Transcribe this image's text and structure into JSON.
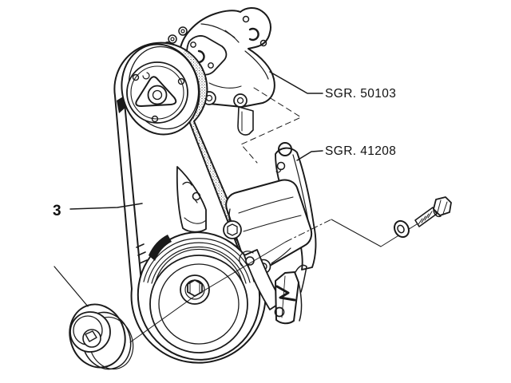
{
  "page": {
    "background": "#ffffff",
    "line_color": "#1a1a1a"
  },
  "labels": {
    "belt_callout": "3",
    "compressor_group_ref": "SGR. 50103",
    "bracket_group_ref": "SGR. 41208"
  }
}
